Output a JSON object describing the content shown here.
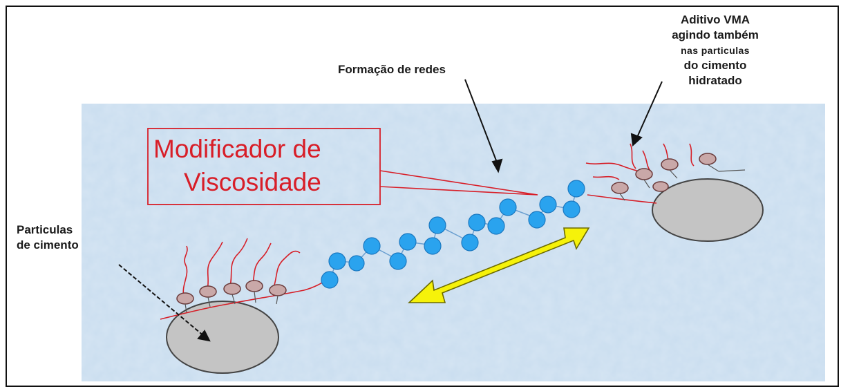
{
  "labels": {
    "network_formation": "Formação de redes",
    "additive_line1": "Aditivo VMA",
    "additive_line2": "agindo também",
    "additive_line3": "nas particulas",
    "additive_line4": "do cimento",
    "additive_line5": "hidratado",
    "particles_line1": "Particulas",
    "particles_line2": "de cimento",
    "modifier_line1": "Modificador de",
    "modifier_line2": "Viscosidade"
  },
  "colors": {
    "background_panel": "#c9ddef",
    "particle_fill": "#c4c4c4",
    "bead_fill": "#2aa3ee",
    "polymer_red": "#d61e27",
    "arrow_yellow": "#f6f20a",
    "modifier_text": "#d81e28"
  }
}
